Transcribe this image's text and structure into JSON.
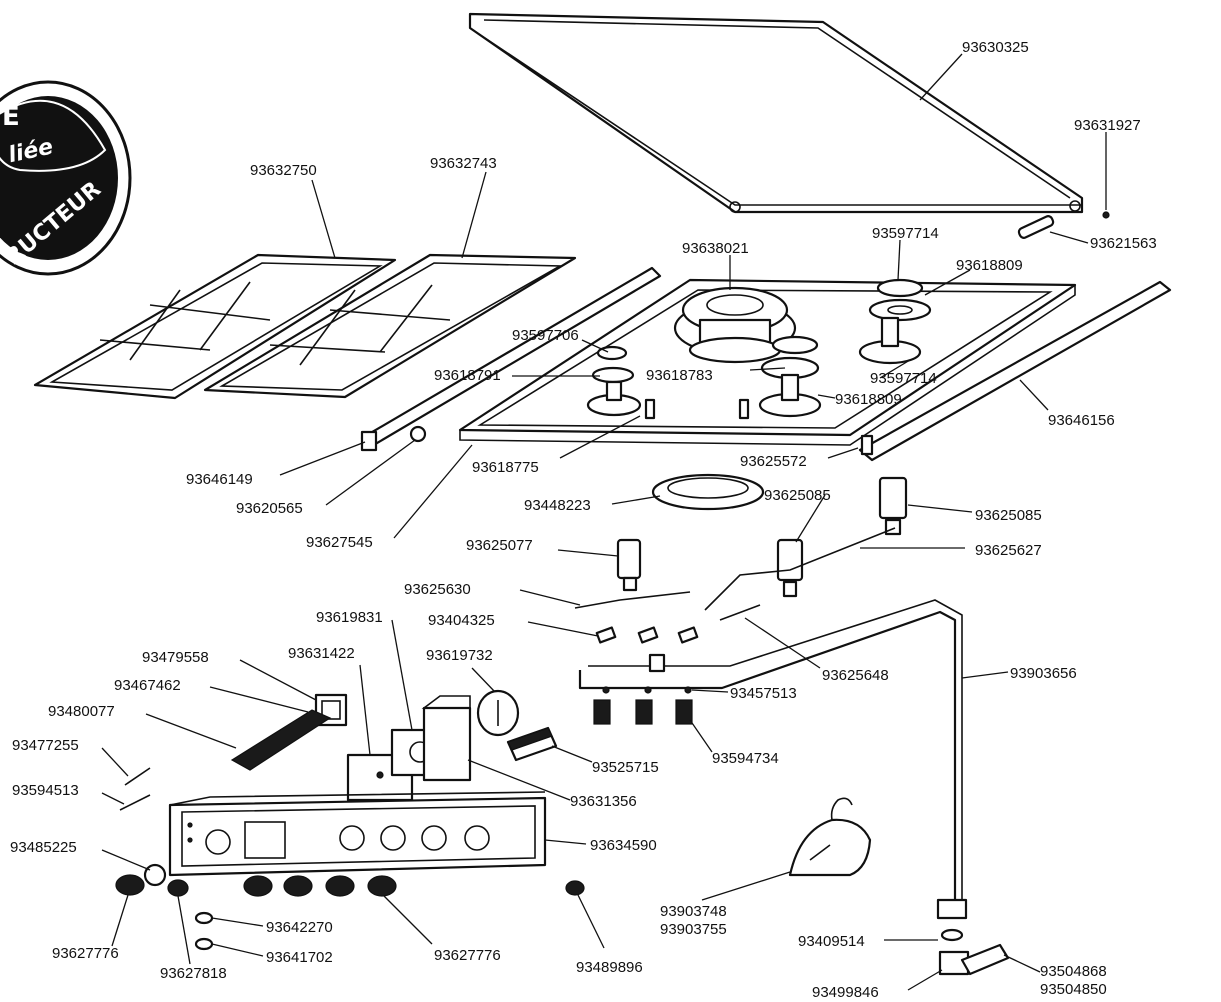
{
  "seal": {
    "letter": "E",
    "word": "liée",
    "ring_text": "RUCTEUR"
  },
  "labels": {
    "cover": "93630325",
    "screw": "93631927",
    "hinge": "93621563",
    "grate_left": "93632750",
    "grate_right": "93632743",
    "wok_burner": "93638021",
    "cap_top": "93597714",
    "ring_top": "93618809",
    "cap_left": "93597706",
    "burner_base_left": "93618791",
    "burner_base_mid": "93618783",
    "cap_right": "93597714",
    "ring_right": "93618809",
    "side_strip_right": "93646156",
    "clip_left": "93646149",
    "bolt_left": "93620565",
    "side_strip_left": "93627545",
    "burner_small": "93618775",
    "thermocouple_nut": "93625572",
    "wok_dish": "93448223",
    "valve_mid": "93625085",
    "valve_right": "93625085",
    "pipe_right": "93625627",
    "valve_left": "93625077",
    "pipe_left": "93625630",
    "injectors": "93404325",
    "switch_block": "93619831",
    "relay": "93479558",
    "switch_box": "93631422",
    "thermostat": "93619732",
    "clip_small": "93467462",
    "igniter": "93480077",
    "spring_a": "93477255",
    "spring_b": "93594513",
    "pipe_mid": "93625648",
    "gas_rail": "93903656",
    "jets": "93457513",
    "taps": "93594734",
    "spark_generator": "93525715",
    "bracket": "93631356",
    "control_panel": "93634590",
    "clock_knob": "93485225",
    "knob_left": "93627776",
    "knob_small": "93627818",
    "lamp_a": "93642270",
    "lamp_b": "93641702",
    "knob_row": "93627776",
    "badge": "93489896",
    "bag_a": "93903748",
    "bag_b": "93903755",
    "washer": "93409514",
    "elbow": "93499846",
    "connector_a": "93504868",
    "connector_b": "93504850"
  }
}
